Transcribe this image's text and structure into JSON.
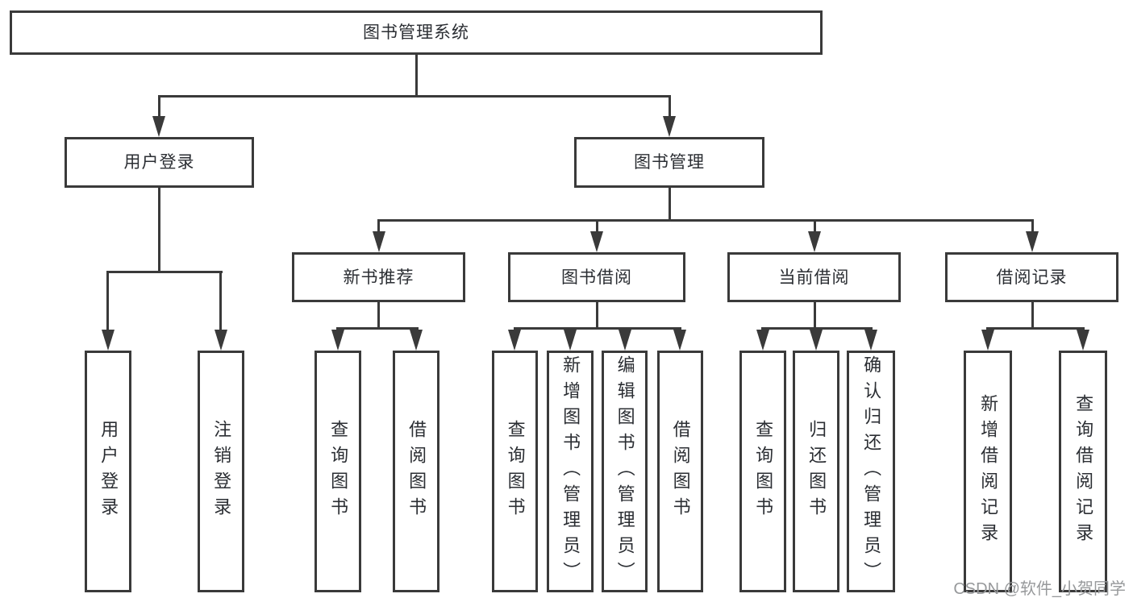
{
  "diagram": {
    "title": "图书管理系统",
    "branches": [
      {
        "label": "用户登录",
        "children": [
          "用户登录",
          "注销登录"
        ]
      },
      {
        "label": "图书管理",
        "groups": [
          {
            "label": "新书推荐",
            "children": [
              "查询图书",
              "借阅图书"
            ]
          },
          {
            "label": "图书借阅",
            "children": [
              "查询图书",
              "新增图书（管理员）",
              "编辑图书（管理员）",
              "借阅图书"
            ]
          },
          {
            "label": "当前借阅",
            "children": [
              "查询图书",
              "归还图书",
              "确认归还（管理员）"
            ]
          },
          {
            "label": "借阅记录",
            "children": [
              "新增借阅记录",
              "查询借阅记录"
            ]
          }
        ]
      }
    ]
  },
  "watermark": "CSDN @软件_小贺同学",
  "colors": {
    "line": "#3a3a3a",
    "text": "#2b2e33",
    "background": "#ffffff",
    "watermark": "#97999b"
  }
}
